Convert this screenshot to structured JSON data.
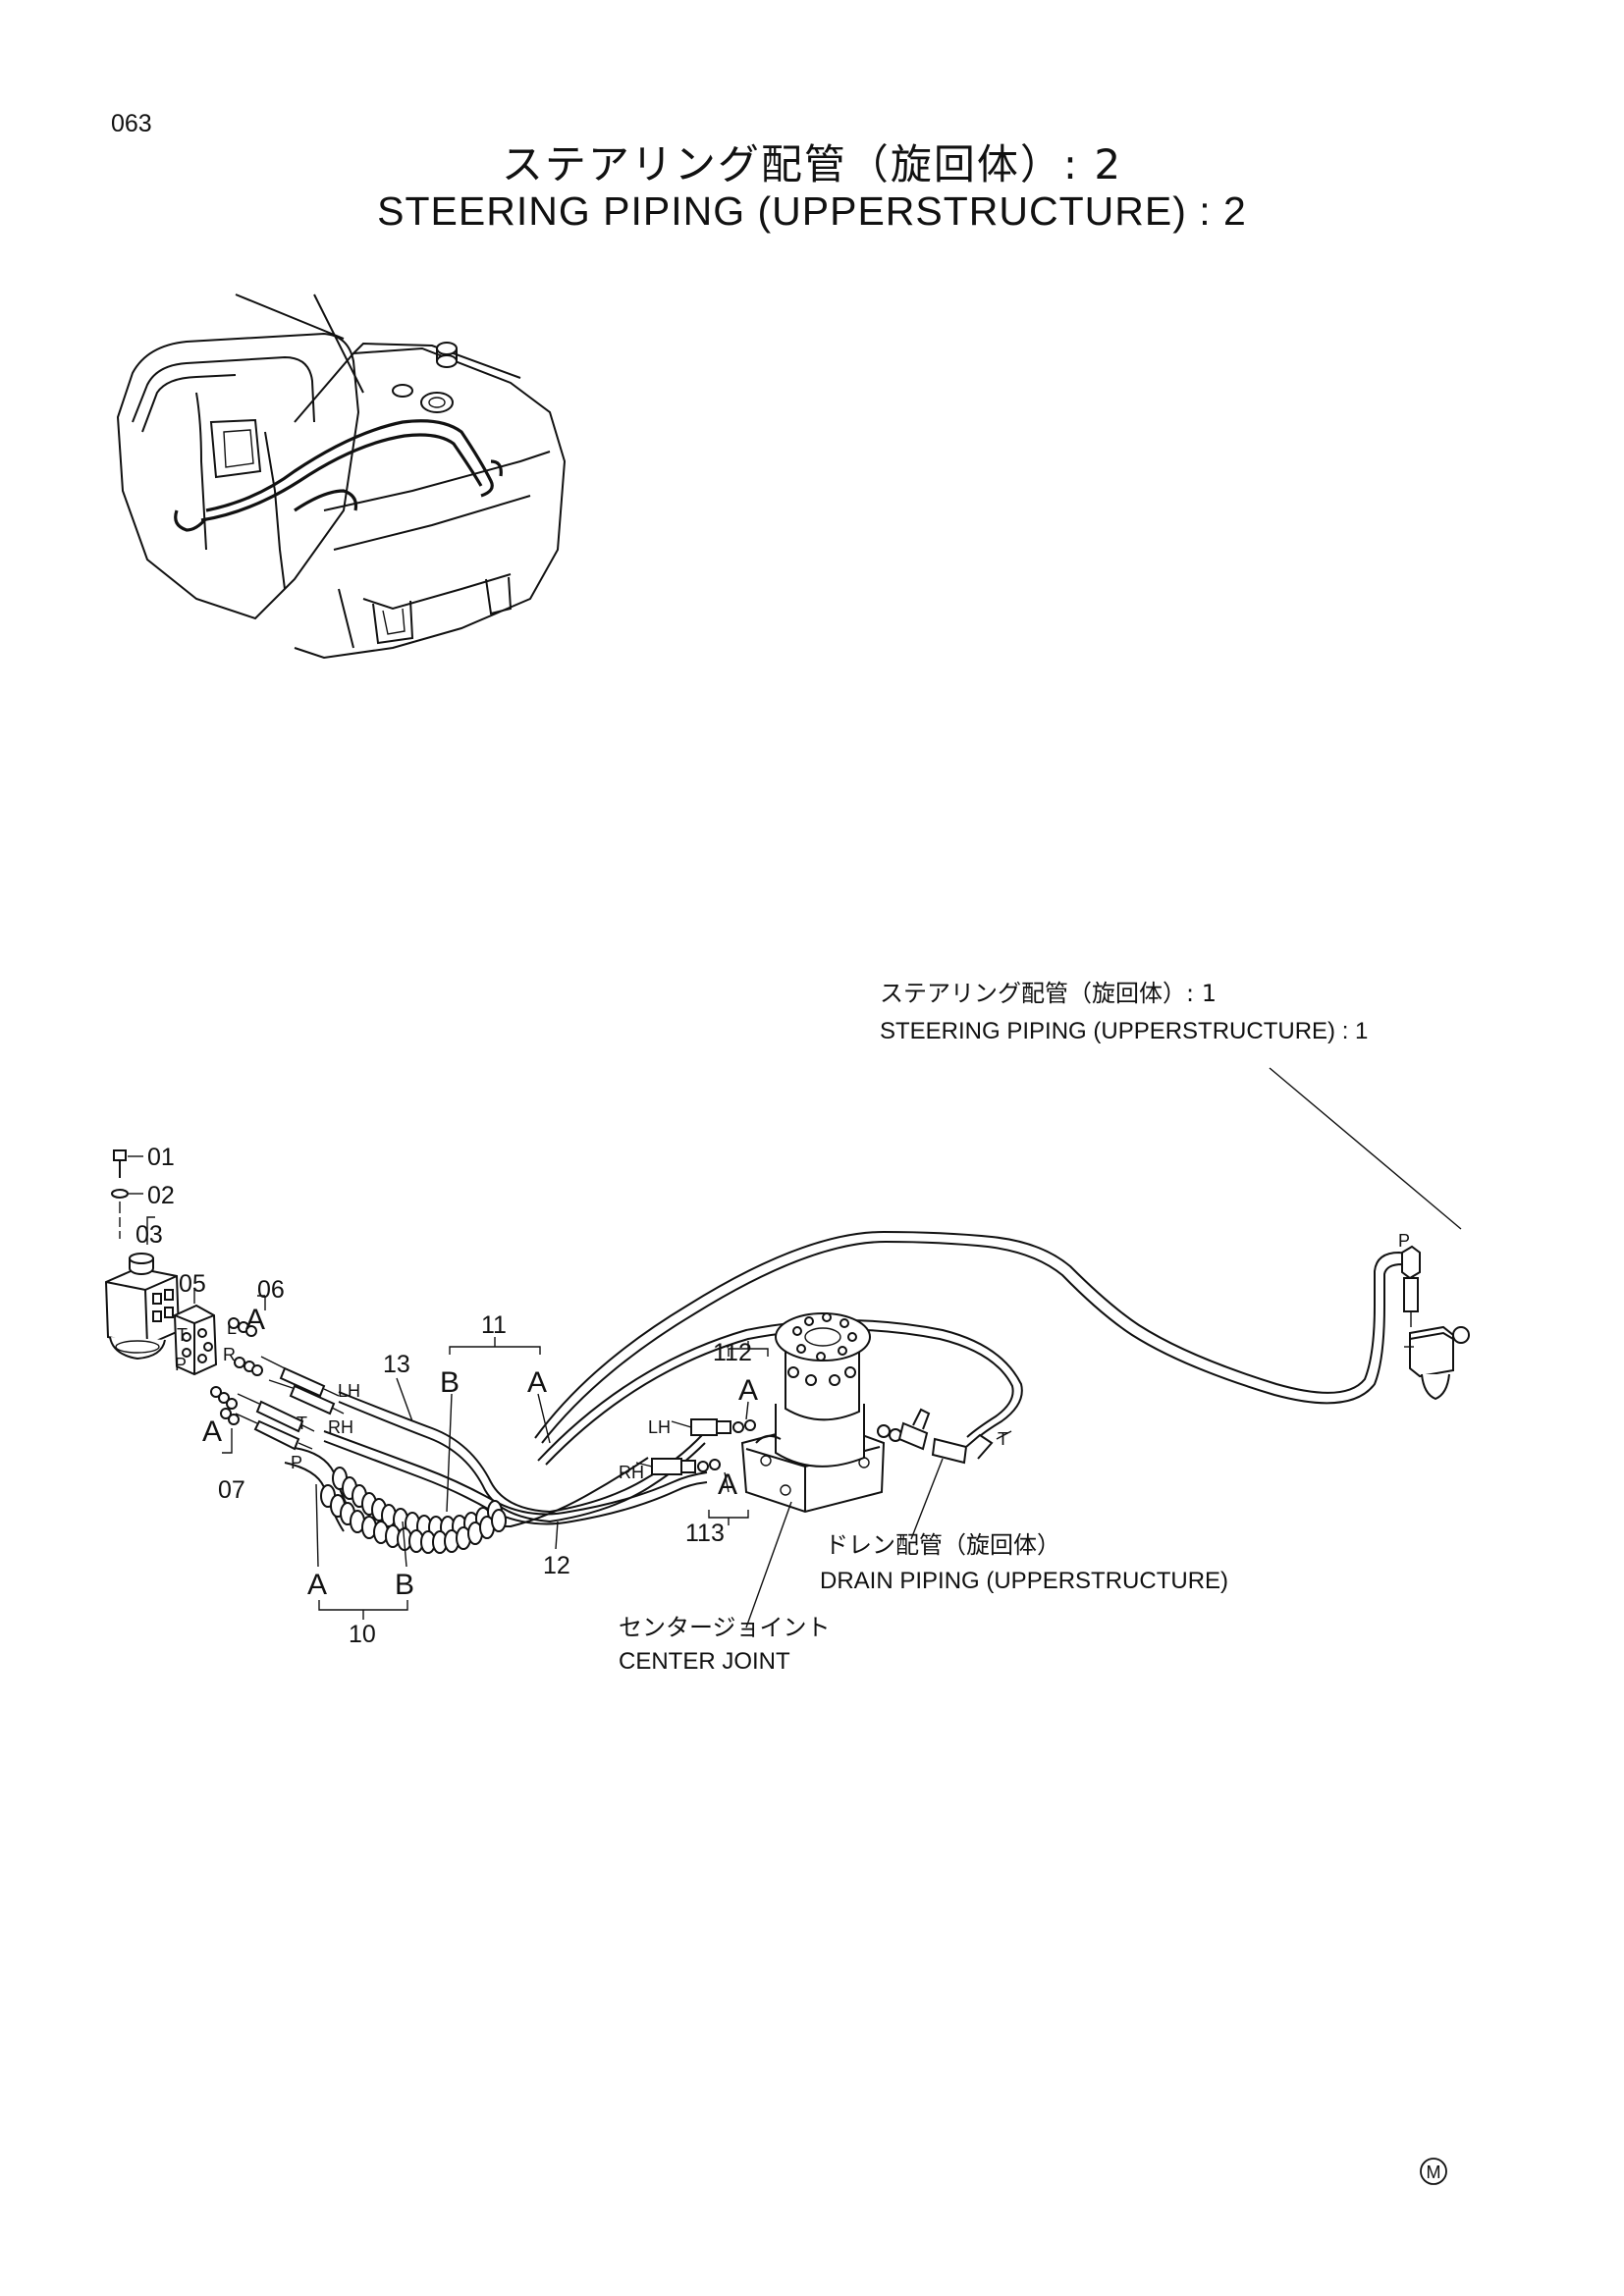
{
  "page": {
    "number": "063",
    "title_jp": "ステアリング配管（旋回体）: 2",
    "title_en": "STEERING PIPING (UPPERSTRUCTURE) : 2",
    "mark": "M"
  },
  "references": {
    "steering_1_jp": "ステアリング配管（旋回体）: 1",
    "steering_1_en": "STEERING PIPING (UPPERSTRUCTURE) : 1",
    "drain_jp": "ドレン配管（旋回体）",
    "drain_en": "DRAIN PIPING (UPPERSTRUCTURE)",
    "center_jp": "センタージョイント",
    "center_en": "CENTER JOINT"
  },
  "part_numbers": {
    "p01": "01",
    "p02": "02",
    "p03": "03",
    "p05": "05",
    "p06": "06",
    "p07": "07",
    "p10": "10",
    "p11": "11",
    "p12": "12",
    "p13": "13",
    "p112": "112",
    "p113": "113"
  },
  "port_labels": {
    "L": "L",
    "R": "R",
    "T": "T",
    "P": "P",
    "LH": "LH",
    "RH": "RH",
    "A": "A",
    "B": "B"
  }
}
